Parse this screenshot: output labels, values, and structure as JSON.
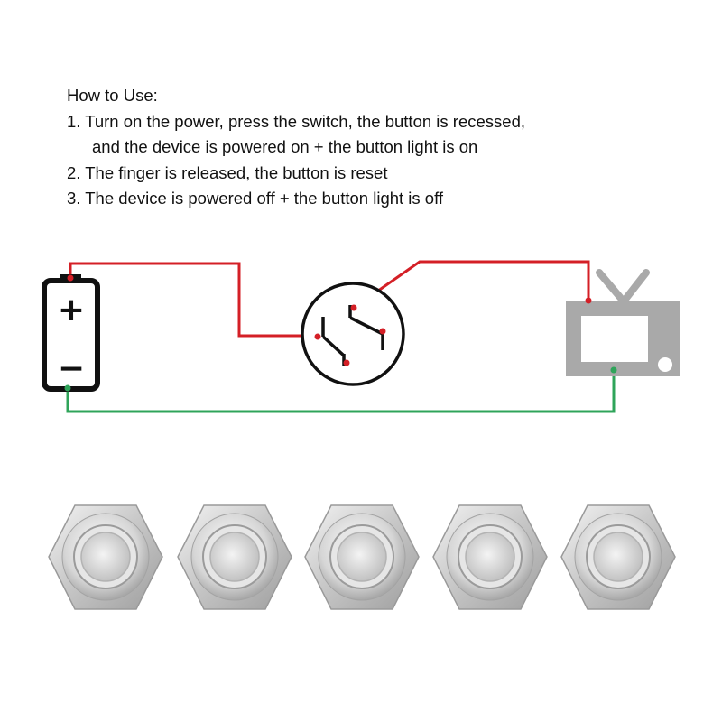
{
  "instructions": {
    "heading": "How to Use:",
    "step1_a": "1. Turn on the power, press the switch, the button is recessed,",
    "step1_b": "and the device is powered on + the button light is on",
    "step2": "2. The finger is released, the button is reset",
    "step3": "3. The device is powered off + the button light is off"
  },
  "battery": {
    "plus": "+",
    "minus": "−"
  },
  "colors": {
    "positive_wire": "#d41f26",
    "negative_wire": "#2fa45a",
    "tv": "#a9a9a9",
    "outline": "#111111"
  },
  "product_images": [
    {
      "name": "metal-push-button-1"
    },
    {
      "name": "metal-push-button-2"
    },
    {
      "name": "metal-push-button-3"
    },
    {
      "name": "metal-push-button-4"
    },
    {
      "name": "metal-push-button-5"
    }
  ]
}
